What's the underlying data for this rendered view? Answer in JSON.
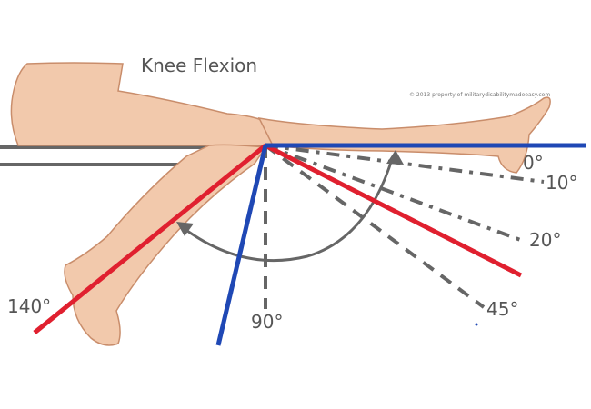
{
  "title": "Knee Flexion",
  "copyright": "© 2013 property of militarydisabilitymadeeasy.com",
  "angles": [
    {
      "label": "0°",
      "degrees": 0
    },
    {
      "label": "10°",
      "degrees": 10
    },
    {
      "label": "20°",
      "degrees": 20
    },
    {
      "label": "45°",
      "degrees": 45
    },
    {
      "label": "90°",
      "degrees": 90
    },
    {
      "label": "140°",
      "degrees": 140
    }
  ],
  "colors": {
    "blue_line": "#1f48b5",
    "red_line": "#e0202f",
    "dashed_line": "#666666",
    "table_line": "#666666",
    "skin": "#f2c9ac",
    "skin_outline": "#c98d6b",
    "arc": "#666666"
  }
}
